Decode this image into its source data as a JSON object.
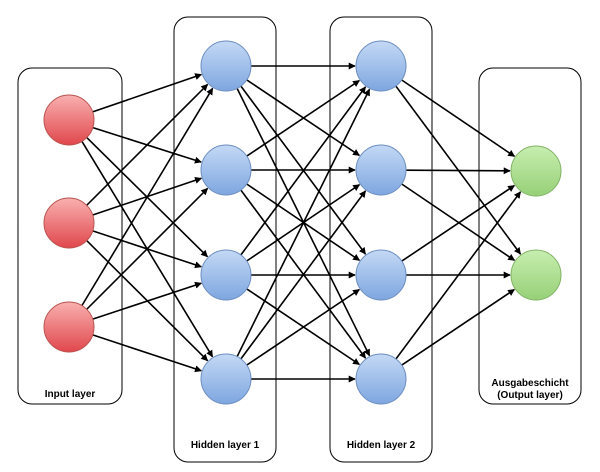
{
  "diagram": {
    "layers": [
      {
        "id": "input",
        "label_lines": [
          "Input layer"
        ],
        "node_color": "red"
      },
      {
        "id": "hidden1",
        "label_lines": [
          "Hidden layer 1"
        ],
        "node_color": "blue"
      },
      {
        "id": "hidden2",
        "label_lines": [
          "Hidden layer 2"
        ],
        "node_color": "blue"
      },
      {
        "id": "output",
        "label_lines": [
          "Ausgabeschicht",
          "(Output layer)"
        ],
        "node_color": "green"
      }
    ],
    "colors": {
      "red": {
        "fill_light": "#f9b0b0",
        "fill_dark": "#e0474c",
        "stroke": "#b85450"
      },
      "blue": {
        "fill_light": "#c4d9f5",
        "fill_dark": "#7ea6e0",
        "stroke": "#6c8ebf"
      },
      "green": {
        "fill_light": "#c7eeb0",
        "fill_dark": "#97d077",
        "stroke": "#82b366"
      },
      "edge": "#000000",
      "box_stroke": "#000000"
    },
    "connectivity": "fully-connected between consecutive layers"
  }
}
